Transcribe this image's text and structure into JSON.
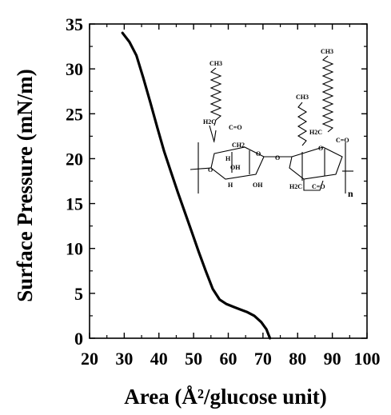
{
  "chart_data": {
    "type": "line",
    "title": "",
    "xlabel": "Area (Å²/glucose unit)",
    "ylabel": "Surface Pressure (mN/m)",
    "xlim": [
      20,
      100
    ],
    "ylim": [
      0,
      35
    ],
    "x_ticks": [
      "20",
      "30",
      "40",
      "50",
      "60",
      "70",
      "80",
      "90",
      "100"
    ],
    "y_ticks": [
      "0",
      "5",
      "10",
      "15",
      "20",
      "25",
      "30",
      "35"
    ],
    "grid": false,
    "legend": "none",
    "series": [
      {
        "x": [
          29.5,
          31.5,
          33.5,
          35.5,
          37.5,
          39.5,
          41.5,
          43.5,
          45.5,
          47.5,
          49.5,
          51.5,
          53.5,
          55.5,
          57.5,
          59.5,
          61.5,
          63.5,
          65.5,
          67.5,
          69.5,
          71,
          72
        ],
        "y": [
          34,
          33,
          31.5,
          29,
          26.3,
          23.5,
          20.8,
          18.5,
          16.2,
          14,
          11.8,
          9.6,
          7.5,
          5.5,
          4.3,
          3.8,
          3.5,
          3.2,
          2.9,
          2.5,
          1.8,
          1,
          0
        ],
        "color": "#000000"
      }
    ]
  },
  "structure": {
    "labels": [
      "CH3",
      "CH3",
      "CH3",
      "H2C",
      "C=O",
      "H2C",
      "C=O",
      "CH2",
      "O",
      "H",
      "OH",
      "O",
      "H",
      "O",
      "OH",
      "O",
      "H2C",
      "C=O",
      "n"
    ]
  }
}
